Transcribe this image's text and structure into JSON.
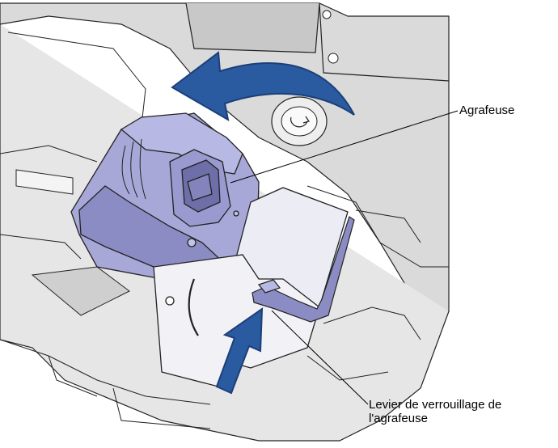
{
  "callouts": {
    "stapler": {
      "label": "Agrafeuse"
    },
    "lever": {
      "line1": "Levier de verrouillage de",
      "line2": "l'agrafeuse"
    }
  },
  "colors": {
    "stapler_body": "#a8a8d8",
    "stapler_dark": "#6e6ea8",
    "arrow_fill": "#2a5aa0",
    "arrow_edge": "#1c3f78",
    "outline": "#222222",
    "printer_shade": "#d8d8d8",
    "plate_fill": "#ececf4"
  },
  "icons": [
    "curved-arrow-icon",
    "straight-arrow-icon",
    "knob-icon",
    "screw-icon"
  ]
}
